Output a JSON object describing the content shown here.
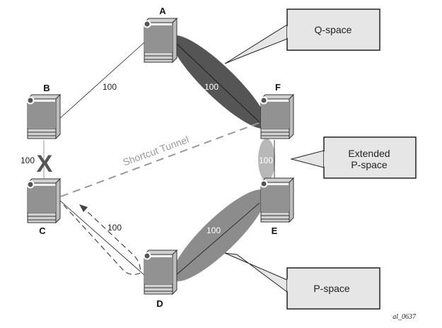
{
  "nodes": [
    {
      "id": "A",
      "label": "A"
    },
    {
      "id": "B",
      "label": "B"
    },
    {
      "id": "C",
      "label": "C"
    },
    {
      "id": "D",
      "label": "D"
    },
    {
      "id": "E",
      "label": "E"
    },
    {
      "id": "F",
      "label": "F"
    }
  ],
  "links": [
    {
      "from": "B",
      "to": "A",
      "metric": "100"
    },
    {
      "from": "A",
      "to": "F",
      "metric": "100"
    },
    {
      "from": "F",
      "to": "E",
      "metric": "100"
    },
    {
      "from": "E",
      "to": "D",
      "metric": "100"
    },
    {
      "from": "D",
      "to": "C",
      "metric": "100"
    },
    {
      "from": "B",
      "to": "C",
      "metric": "100",
      "status": "failed"
    }
  ],
  "tunnel": {
    "label": "Shortcut Tunnel",
    "from": "C",
    "to": "F"
  },
  "callouts": {
    "q_space": "Q-space",
    "extended_p_space_line1": "Extended",
    "extended_p_space_line2": "P-space",
    "p_space": "P-space"
  },
  "failure_mark": "X",
  "figure_id": "al_0637",
  "colors": {
    "q_space_fill": "#555555",
    "extended_fill": "#b8b8b8",
    "p_space_fill": "#8c8c8c",
    "callout_fill": "#e6e6e6",
    "tunnel": "#999999"
  }
}
